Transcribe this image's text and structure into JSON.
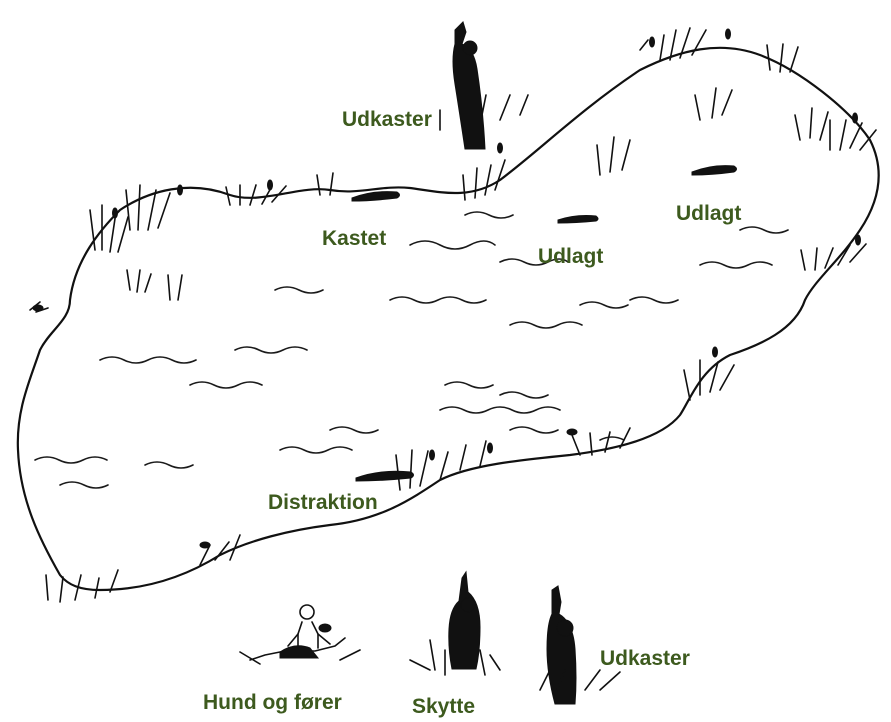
{
  "colors": {
    "label": "#3d5a1e",
    "ink": "#111111"
  },
  "labels": {
    "udkaster_top": "Udkaster",
    "kastet": "Kastet",
    "udlagt_right": "Udlagt",
    "udlagt_center": "Udlagt",
    "distraktion": "Distraktion",
    "hund_og_forer": "Hund og fører",
    "skytte": "Skytte",
    "udkaster_bottom": "Udkaster"
  },
  "icons": [
    "lake-outline",
    "reed-tufts",
    "water-ripples",
    "dummy-markers",
    "person-silhouettes",
    "dog-and-handler"
  ]
}
